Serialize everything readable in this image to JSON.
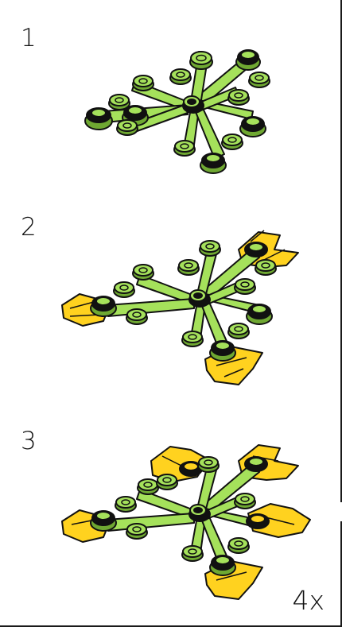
{
  "steps": [
    {
      "number": "1"
    },
    {
      "number": "2"
    },
    {
      "number": "3"
    }
  ],
  "multiplier": "4x",
  "colors": {
    "plant_piece": "#A5E15B",
    "plant_piece_dark": "#6FA832",
    "flower_piece": "#FFD21F",
    "flower_piece_dark": "#D39B00",
    "outline": "#111111",
    "stud_hole": "#0d0d0d"
  },
  "icons": {
    "plant": "lego-plant-leaves-piece",
    "flower": "lego-flower-piece"
  }
}
